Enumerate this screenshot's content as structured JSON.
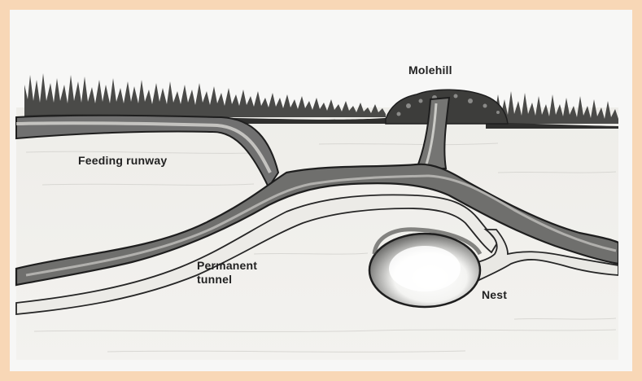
{
  "labels": {
    "molehill": "Molehill",
    "feeding_runway": "Feeding runway",
    "permanent_tunnel_line1": "Permanent",
    "permanent_tunnel_line2": "tunnel",
    "nest": "Nest"
  },
  "colors": {
    "border": "#f8d7b6",
    "background": "#f7f7f6",
    "soil": "#eceae6",
    "tunnel_outline": "#2a2a2a",
    "tunnel_fill": "#6e6e6c",
    "tunnel_light": "#e9e8e4",
    "grass": "#3a3a3a"
  }
}
